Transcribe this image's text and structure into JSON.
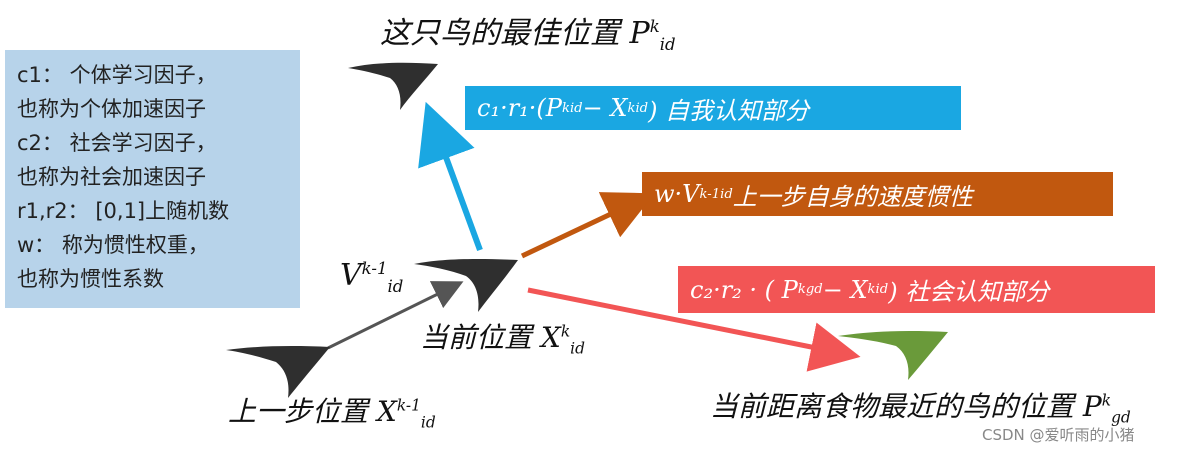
{
  "legend": {
    "lines": [
      "c1： 个体学习因子，",
      "也称为个体加速因子",
      "c2： 社会学习因子，",
      "也称为社会加速因子",
      "r1,r2： [0,1]上随机数",
      "w： 称为惯性权重，",
      "也称为惯性系数"
    ]
  },
  "bands": {
    "cognitive": "c₁·r₁·(P",
    "cognitive_sup1": "k",
    "cognitive_sub1": "id",
    "cognitive_mid": " − X",
    "cognitive_sup2": "k",
    "cognitive_sub2": "id",
    "cognitive_tail": ")   自我认知部分",
    "inertia": "w·V",
    "inertia_sup": "k-1",
    "inertia_sub": "id",
    "inertia_tail": "  上一步自身的速度惯性",
    "social": "c₂·r₂ · ( P",
    "social_sup1": "k",
    "social_sub1": "gd",
    "social_mid": "  − X",
    "social_sup2": "k",
    "social_sub2": "id",
    "social_tail": " ) 社会认知部分"
  },
  "labels": {
    "best_text": "这只鸟的最佳位置 P",
    "best_sup": "k",
    "best_sub": "id",
    "velocity_text": "V",
    "velocity_sup": "k-1",
    "velocity_sub": "id",
    "current_text": "当前位置 X",
    "current_sup": "k",
    "current_sub": "id",
    "prev_text": "上一步位置 X",
    "prev_sup": "k-1",
    "prev_sub": "id",
    "global_text": "当前距离食物最近的鸟的位置 P",
    "global_sup": "k",
    "global_sub": "gd"
  },
  "watermark": "CSDN @爱听雨的小猪",
  "colors": {
    "legend_bg": "#b7d3ea",
    "cognitive": "#1aa7e2",
    "inertia": "#c1580f",
    "social": "#f25555",
    "bird": "#2f2f2f",
    "bird_target": "#6a9a3a",
    "arrow_velocity": "#555555"
  }
}
